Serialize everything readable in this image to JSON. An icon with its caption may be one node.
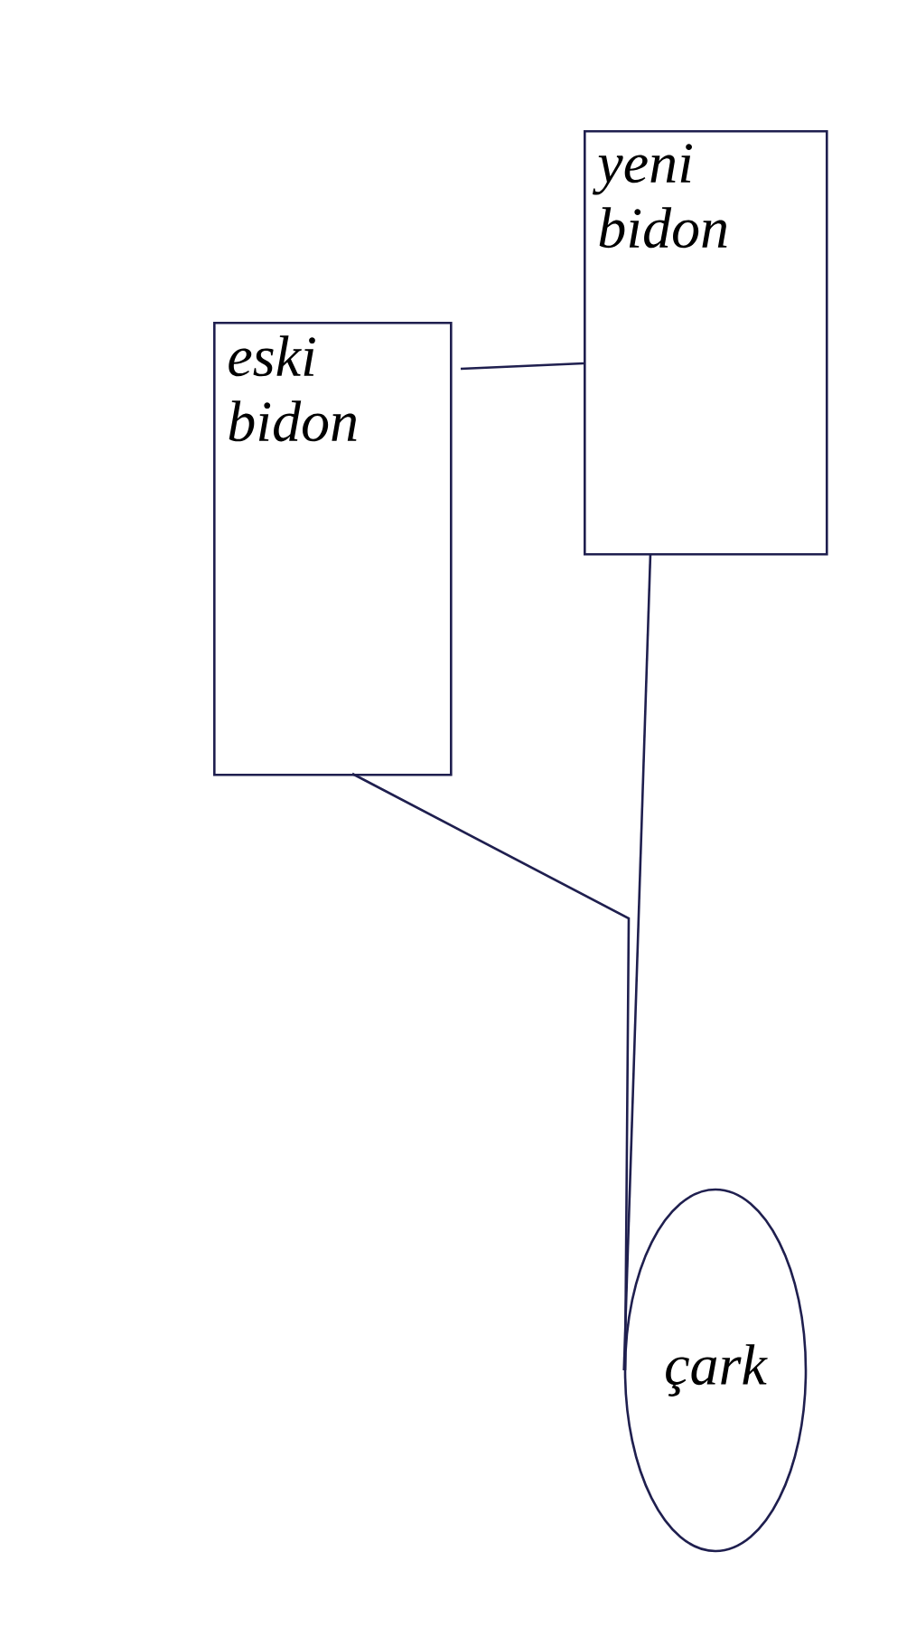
{
  "diagram": {
    "nodes": [
      {
        "text": [
          "eski bidon"
        ]
      },
      {
        "text": [
          "yeni bidon"
        ]
      },
      {
        "text": [
          "çark"
        ]
      }
    ],
    "edges": [
      {
        "from": 0,
        "to": 1,
        "arrow": "none"
      },
      {
        "from": 1,
        "to": 2,
        "arrow": "none"
      },
      {
        "from": 0,
        "to": 2,
        "arrow": "none"
      }
    ]
  }
}
